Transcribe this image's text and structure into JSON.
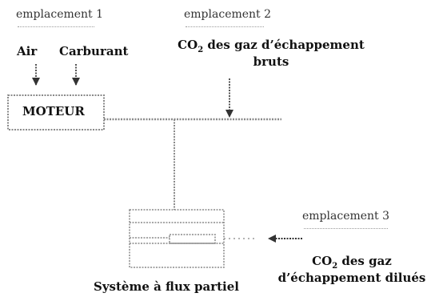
{
  "locations": {
    "loc1": "emplacement 1",
    "loc2": "emplacement 2",
    "loc3": "emplacement 3"
  },
  "inputs": {
    "air": "Air",
    "fuel": "Carburant"
  },
  "engine": {
    "label": "MOTEUR"
  },
  "raw_exhaust": {
    "line1_prefix": "CO",
    "line1_sub": "2",
    "line1_suffix": " des gaz d’échappement",
    "line2": "bruts"
  },
  "diluted_exhaust": {
    "line1_prefix": "CO",
    "line1_sub": "2",
    "line1_suffix": " des gaz",
    "line2": "d’échappement dilués"
  },
  "system": {
    "label": "Système à flux partiel"
  },
  "colors": {
    "line": "#8a8a8a",
    "arrow": "#333333",
    "text": "#111111"
  }
}
